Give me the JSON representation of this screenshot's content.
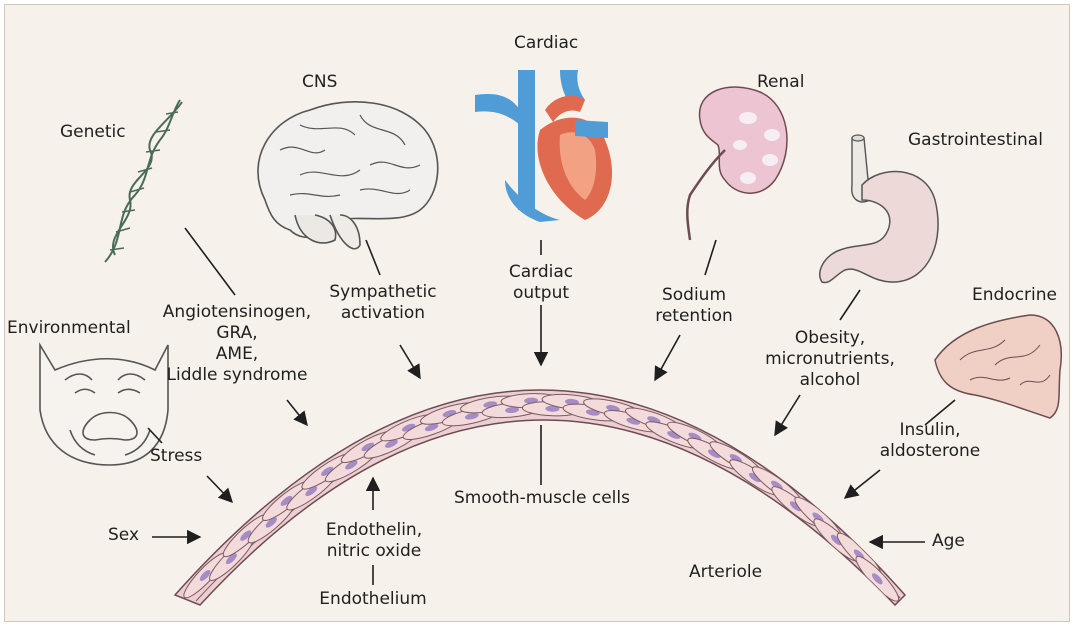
{
  "categories": {
    "genetic": "Genetic",
    "cns": "CNS",
    "cardiac": "Cardiac",
    "renal": "Renal",
    "gastrointestinal": "Gastrointestinal",
    "endocrine": "Endocrine",
    "environmental": "Environmental"
  },
  "factors": {
    "genetic": "Angiotensinogen,\nGRA,\nAME,\nLiddle syndrome",
    "cns": "Sympathetic\nactivation",
    "cardiac": "Cardiac\noutput",
    "renal": "Sodium\nretention",
    "gastrointestinal": "Obesity,\nmicronutrients,\nalcohol",
    "endocrine": "Insulin,\naldosterone",
    "environmental": "Stress"
  },
  "vessel": {
    "sex": "Sex",
    "age": "Age",
    "smooth_muscle": "Smooth-muscle cells",
    "endothelin": "Endothelin,\nnitric oxide",
    "endothelium": "Endothelium",
    "arteriole": "Arteriole"
  },
  "colors": {
    "background": "#f6f1ea",
    "vessel_fill": "#eccfd2",
    "cell_fill": "#f3dadb",
    "nucleus": "#a58cc4",
    "vein_blue": "#4f9cd6",
    "artery_red": "#e06a4f",
    "kidney": "#ecc4d2",
    "stomach": "#ecd9d8",
    "gland": "#f0cfc4"
  }
}
